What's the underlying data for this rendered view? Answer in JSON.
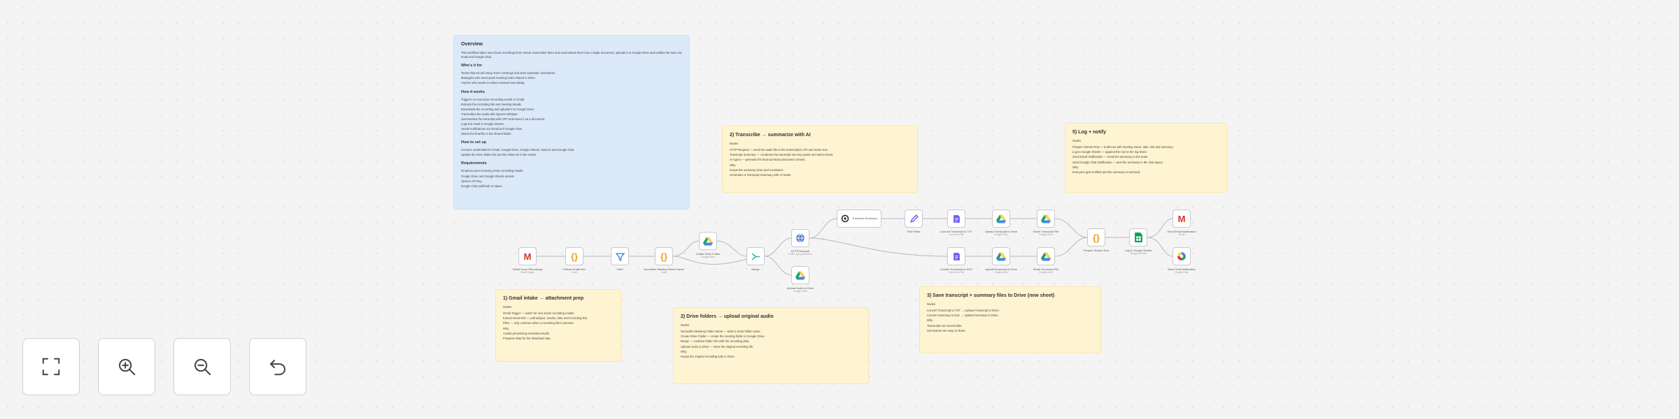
{
  "notes": {
    "overview": {
      "title": "Overview",
      "intro": "This workflow takes new Zoom recordings from Gmail, transcribes them and summarises them into a single document, uploads it to Google Drive and notifies the team via email and Google Chat.",
      "section1_title": "Who's it for",
      "section1_lines": [
        "Teams that record many Zoom meetings and want automatic summaries.",
        "Managers who need quick meeting notes shared in Drive.",
        "Anyone who wants to reduce manual note taking."
      ],
      "section2_title": "How it works",
      "section2_lines": [
        "Triggers on new Zoom recording emails in Gmail.",
        "Extracts the recording link and meeting details.",
        "Downloads the recording and uploads it to Google Drive.",
        "Transcribes the audio with OpenAI Whisper.",
        "Summarises the transcript with GPT and saves it as a document.",
        "Logs the result in Google Sheets.",
        "Sends notifications via Gmail and Google Chat.",
        "Stores the final file in the shared folder."
      ],
      "section3_title": "How to set up",
      "section3_lines": [
        "Connect credentials for Gmail, Google Drive, Google Sheets, OpenAI and Google Chat.",
        "Update the Drive folder IDs and the Sheet ID in the nodes."
      ],
      "section4_title": "Requirements",
      "section4_lines": [
        "Gmail account receiving Zoom recording emails.",
        "Google Drive and Google Sheets access.",
        "OpenAI API key.",
        "Google Chat webhook or space."
      ]
    },
    "transcribe": {
      "title": "2) Transcribe → summarize with AI",
      "subtitle": "Nodes",
      "lines": [
        "HTTP Request — send the audio file to the transcription API and return text.",
        "Transcript Summary — condense the transcript into key points and action items.",
        "AI Agent — generate the final summary document content.",
        "Why",
        "Keeps the summary short and consistent.",
        "Generates a Transcript Summary with AI Notes."
      ]
    },
    "log": {
      "title": "5) Log + notify",
      "subtitle": "Nodes",
      "lines": [
        "Prepare Sheets Row — build row with meeting name, date, link and summary.",
        "Log to Google Sheets — append the row to the log sheet.",
        "Send Email Notification — email the summary to the team.",
        "Send Google Chat Notification — post the summary in the chat space.",
        "Why",
        "Everyone gets notified and the summary is archived."
      ]
    },
    "gmail": {
      "title": "1) Gmail intake → attachment prep",
      "subtitle": "Nodes",
      "lines": [
        "Gmail Trigger — watch for new Zoom recording emails.",
        "Extract Email Info — pull subject, sender, date and recording link.",
        "Filter — only continue when a recording link is present.",
        "Why",
        "Avoids processing unrelated emails.",
        "Prepares data for the download step."
      ]
    },
    "drive": {
      "title": "2) Drive folders → upload original audio",
      "subtitle": "Nodes",
      "lines": [
        "Normalize Meeting Folder Name — build a clean folder name.",
        "Create Drive Folder — create the meeting folder in Google Drive.",
        "Merge — combine folder info with the recording data.",
        "Upload Audio to Drive — store the original recording file.",
        "Why",
        "Keeps the original recording safe in Drive."
      ]
    },
    "save": {
      "title": "3) Save transcript + summary files to Drive (new sheet)",
      "subtitle": "Nodes",
      "lines": [
        "Convert Transcript to TXT → Upload Transcript to Drive.",
        "Convert Summary to Doc → Upload Summary to Drive.",
        "Why",
        "Transcripts are searchable.",
        "Summaries are easy to share."
      ]
    }
  },
  "nodes": {
    "n1": {
      "label": "Gmail Zoom Recordings",
      "sub": "Gmail Trigger"
    },
    "n2": {
      "label": "Extract Email Info",
      "sub": "Code"
    },
    "n3": {
      "label": "Filter",
      "sub": ""
    },
    "n4": {
      "label": "Normalize Meeting Folder Name",
      "sub": "Code"
    },
    "n5": {
      "label": "Create Drive Folder",
      "sub": "Google Drive"
    },
    "n6": {
      "label": "Merge",
      "sub": ""
    },
    "n7": {
      "label": "HTTP Request",
      "sub": "POST: api.openai.com"
    },
    "n8": {
      "label": "Upload Audio to Drive",
      "sub": "Google Drive"
    },
    "n9": {
      "label": "Transcript Summary",
      "sub": "",
      "box_text": "Transcript Summary"
    },
    "n10": {
      "label": "Edit Fields",
      "sub": ""
    },
    "n11": {
      "label": "Convert Transcript to TXT",
      "sub": "Convert to File"
    },
    "n12": {
      "label": "Upload Transcript to Drive",
      "sub": "Google Drive"
    },
    "n13": {
      "label": "Share Transcript File",
      "sub": "Google Drive"
    },
    "n14": {
      "label": "Convert Summary to DOC",
      "sub": "Convert to File"
    },
    "n15": {
      "label": "Upload Summary to Drive",
      "sub": "Google Drive"
    },
    "n16": {
      "label": "Share Summary File",
      "sub": "Google Drive"
    },
    "n17": {
      "label": "Prepare Sheets Row",
      "sub": "Code"
    },
    "n18": {
      "label": "Log to Google Sheets",
      "sub": "Google Sheets"
    },
    "n19": {
      "label": "Send Email Notification",
      "sub": "Gmail"
    },
    "n20": {
      "label": "Send Chat Notification",
      "sub": "Google Chat"
    }
  },
  "icons": {
    "gmail": "gmail-icon",
    "code": "code-braces-icon",
    "filter": "filter-icon",
    "drive": "google-drive-icon",
    "merge": "merge-icon",
    "http": "globe-icon",
    "openai": "openai-icon",
    "edit": "pencil-icon",
    "convert": "convert-file-icon",
    "sheets": "google-sheets-icon",
    "chat": "google-chat-icon"
  },
  "colors": {
    "note_blue": "#dbe9f8",
    "note_yellow": "#fff4d1",
    "gmail_red": "#d93025",
    "code_orange": "#f29b1d",
    "filter_blue": "#3a8ee6",
    "drive_green": "#1fa463",
    "drive_yellow": "#ffd04b",
    "drive_blue": "#4285f4",
    "merge_teal": "#2bb3a8",
    "convert_purple": "#6a5cf0",
    "sheets_green": "#0f9d58"
  },
  "controls": {
    "fit": "fit-view-icon",
    "zoom_in": "zoom-in-icon",
    "zoom_out": "zoom-out-icon",
    "reset": "undo-icon"
  }
}
